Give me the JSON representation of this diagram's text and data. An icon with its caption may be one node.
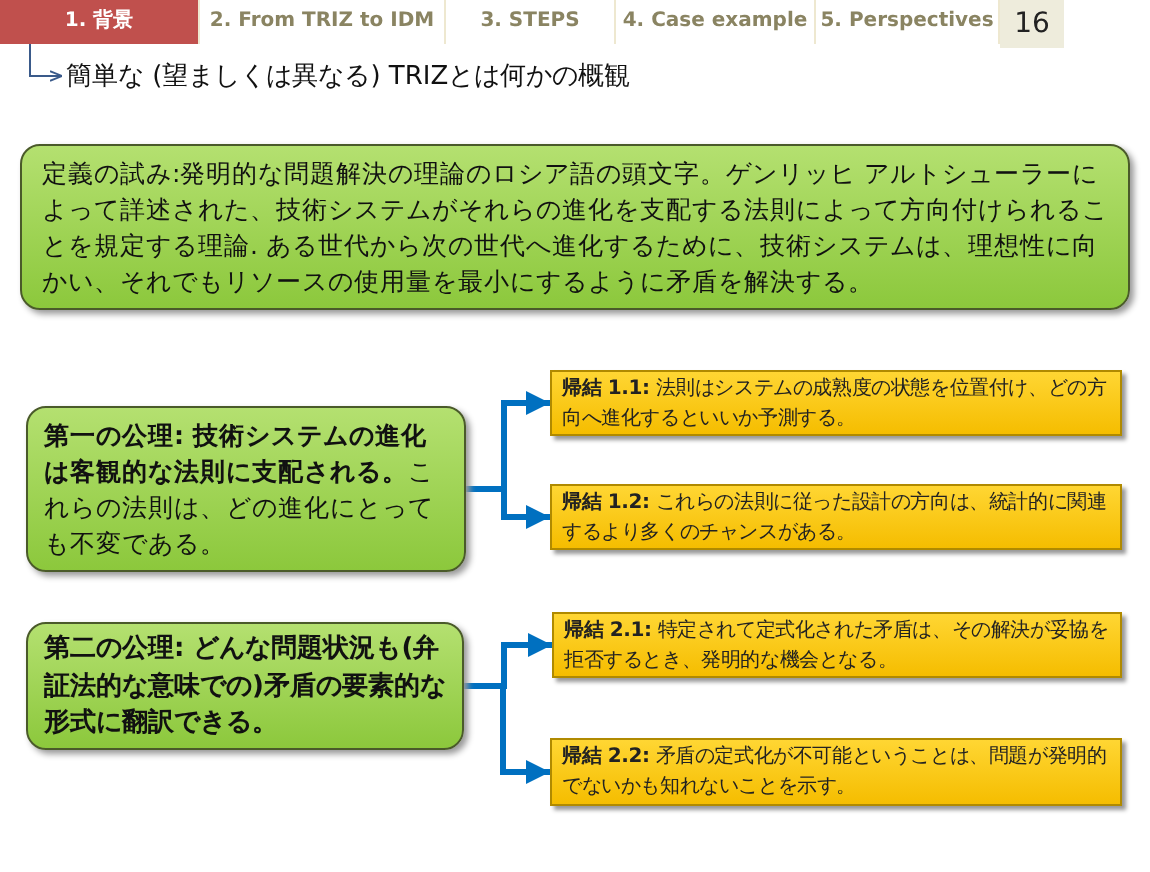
{
  "diagram": {
    "title": "簡単な (望ましくは異なる) TRIZとは何かの概観",
    "nodes": [
      {
        "text": [
          "定義の試み:発明的な問題解決の理論のロシア語の頭文字。ゲンリッヒ アルトシューラーによって詳述された、技術システムがそれらの進化を支配する法則によって方向付けられることを規定する理論. ある世代から次の世代へ進化するために、技術システムは、理想性に向かい、それでもリソースの使用量を最小にするように矛盾を解決する。"
        ]
      },
      {
        "text": [
          "**第一の公理: 技術システムの進化は客観的な法則に支配される。**これらの法則は、どの進化にとっても不変である。"
        ]
      },
      {
        "text": [
          "**帰結 1.1:** 法則はシステムの成熟度の状態を位置付け、どの方向へ進化するといいか予測する。"
        ]
      },
      {
        "text": [
          "**帰結 1.2:** これらの法則に従った設計の方向は、統計的に関連するより多くのチャンスがある。"
        ]
      },
      {
        "text": [
          "第二の公理: どんな問題状況も(弁証法的な意味での)矛盾の要素的な形式に翻訳できる。"
        ]
      },
      {
        "text": [
          "**帰結 2.1:** 特定されて定式化された矛盾は、その解決が妥協を拒否するとき、発明的な機会となる。"
        ]
      },
      {
        "text": [
          "**帰結 2.2:** 矛盾の定式化が不可能ということは、問題が発明的でないかも知れないことを示す。"
        ]
      }
    ],
    "edges": [
      {
        "from": 1,
        "to": 2,
        "arrow": "to"
      },
      {
        "from": 1,
        "to": 3,
        "arrow": "to"
      },
      {
        "from": 4,
        "to": 5,
        "arrow": "to"
      },
      {
        "from": 4,
        "to": 6,
        "arrow": "to"
      }
    ],
    "labels": [
      "1. 背景",
      "2. From TRIZ to IDM",
      "3. STEPS",
      "4. Case example",
      "5. Perspectives",
      "16"
    ]
  }
}
